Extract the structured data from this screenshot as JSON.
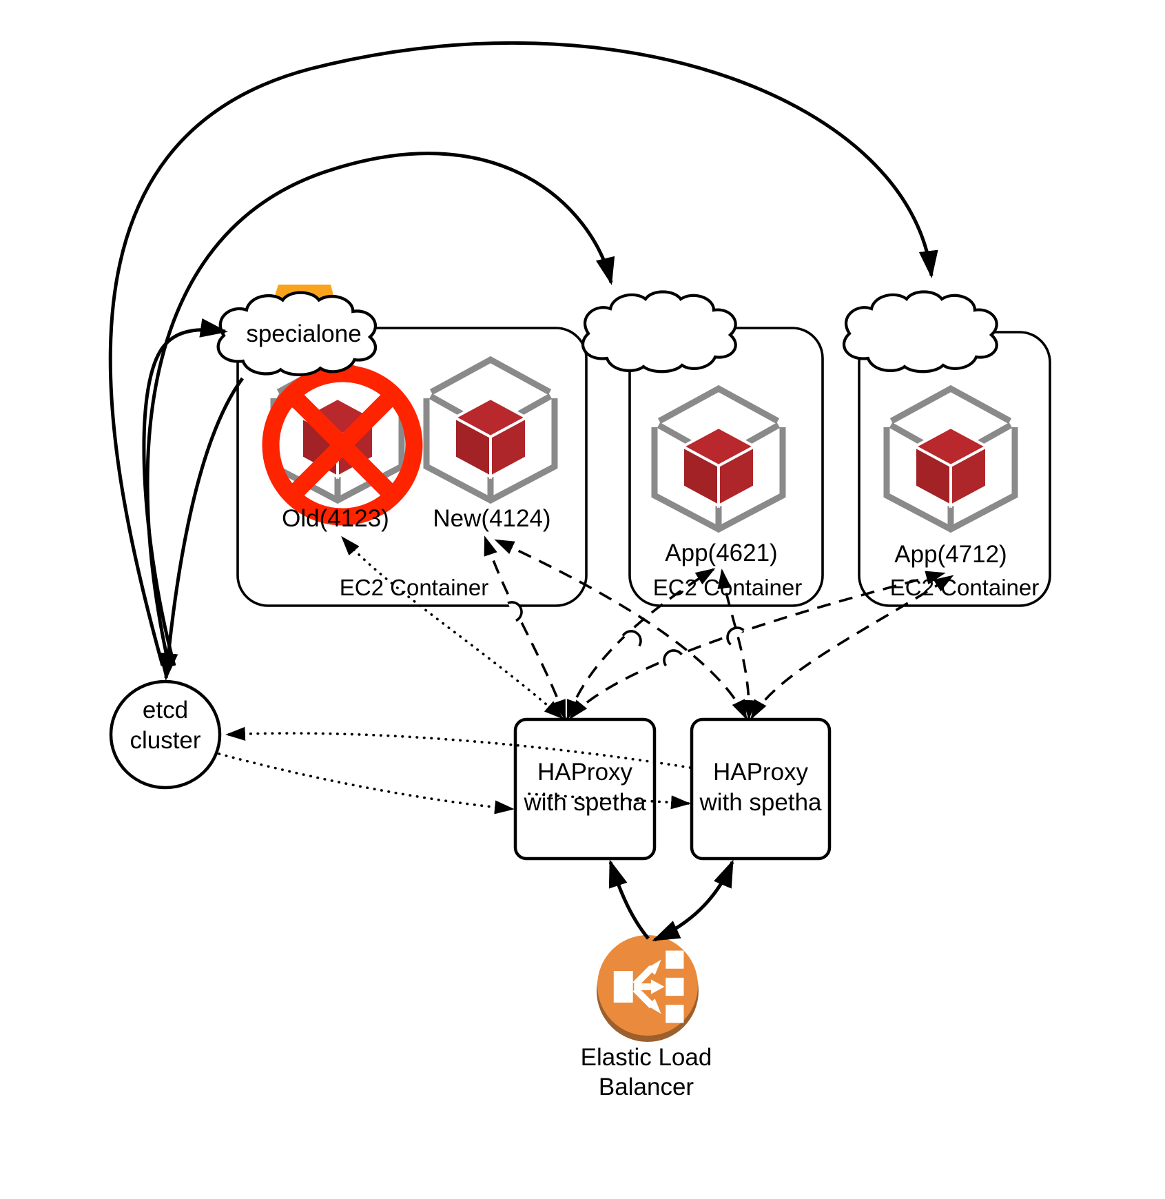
{
  "diagram": {
    "clouds": {
      "specialone": {
        "label": "specialone"
      },
      "middle": {
        "label": ""
      },
      "right": {
        "label": ""
      }
    },
    "ec2_containers": [
      {
        "label": "EC2 Container"
      },
      {
        "label": "EC2 Container"
      },
      {
        "label": "EC2 Container"
      }
    ],
    "instances": {
      "old": {
        "label": "Old(4123)",
        "crossed_out": true
      },
      "new": {
        "label": "New(4124)"
      },
      "app4621": {
        "label": "App(4621)"
      },
      "app4712": {
        "label": "App(4712)"
      }
    },
    "etcd": {
      "line1": "etcd",
      "line2": "cluster"
    },
    "haproxy_left": {
      "line1": "HAProxy",
      "line2": "with spetha"
    },
    "haproxy_right": {
      "line1": "HAProxy",
      "line2": "with spetha"
    },
    "elb": {
      "line1": "Elastic Load",
      "line2": "Balancer"
    },
    "colors": {
      "edge": "#000000",
      "cube_outline": "#8A8A8A",
      "cube_top": "#B9282D",
      "cube_left": "#A22226",
      "cube_right": "#AF262A",
      "prohibited_red": "#FF2400",
      "elb_orange": "#E98A3C",
      "elb_shadow": "#9D5F2C",
      "banner_orange": "#F9A41C"
    }
  }
}
